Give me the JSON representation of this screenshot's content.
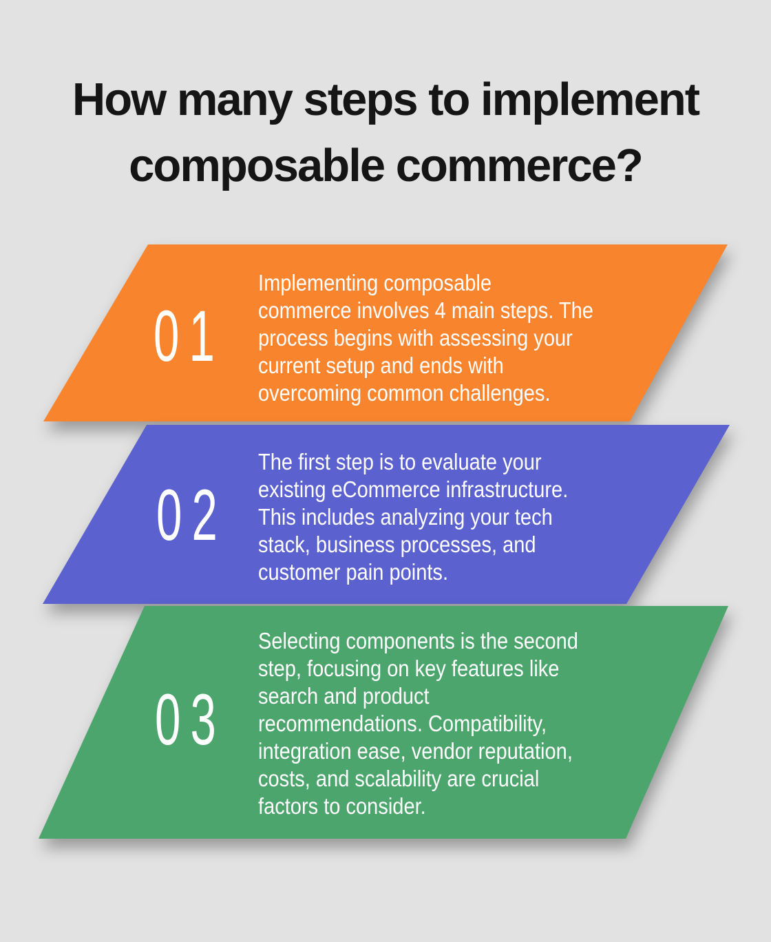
{
  "page": {
    "background_color": "#e2e2e2",
    "title": {
      "lines": [
        "How many steps to implement",
        "composable commerce?"
      ],
      "color": "#151515"
    }
  },
  "steps": [
    {
      "number": "01",
      "banner_color": "#f8842e",
      "text_color": "#ffffff",
      "lines": [
        "Implementing composable",
        "commerce involves 4 main steps. The",
        "process begins with assessing your",
        "current setup and ends with",
        "overcoming common challenges."
      ]
    },
    {
      "number": "02",
      "banner_color": "#5b61ce",
      "text_color": "#ffffff",
      "lines": [
        "The first step is to evaluate your",
        "existing eCommerce infrastructure.",
        "This includes analyzing your tech",
        "stack, business processes, and",
        "customer pain points."
      ]
    },
    {
      "number": "03",
      "banner_color": "#4ba56c",
      "text_color": "#ffffff",
      "lines": [
        "Selecting components is the second",
        "step, focusing on key features like",
        "search and product",
        "recommendations. Compatibility,",
        "integration ease, vendor reputation,",
        "costs, and scalability are crucial",
        "factors to consider."
      ]
    }
  ]
}
